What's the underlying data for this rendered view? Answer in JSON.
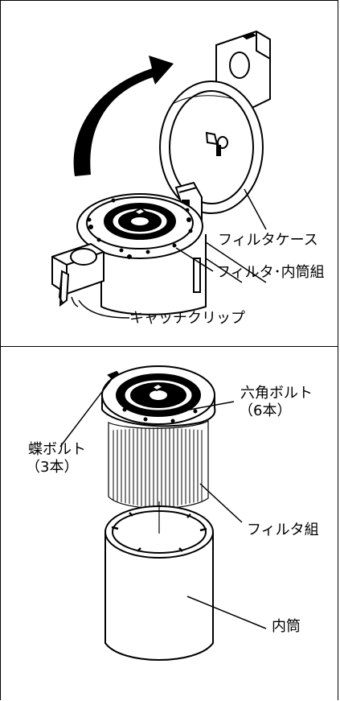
{
  "labels": {
    "filter_case": "フィルタケース",
    "filter_inner_assembly": "フィルタ･内筒組",
    "catch_clip": "キャッチクリップ",
    "hex_bolt": "六角ボルト",
    "hex_bolt_qty": "（6本）",
    "wing_bolt": "蝶ボルト",
    "wing_bolt_qty": "（3本）",
    "filter_assembly": "フィルタ組",
    "inner_cylinder": "内筒"
  },
  "icons": {
    "rotation_arrow": "curved-arrow-icon"
  }
}
